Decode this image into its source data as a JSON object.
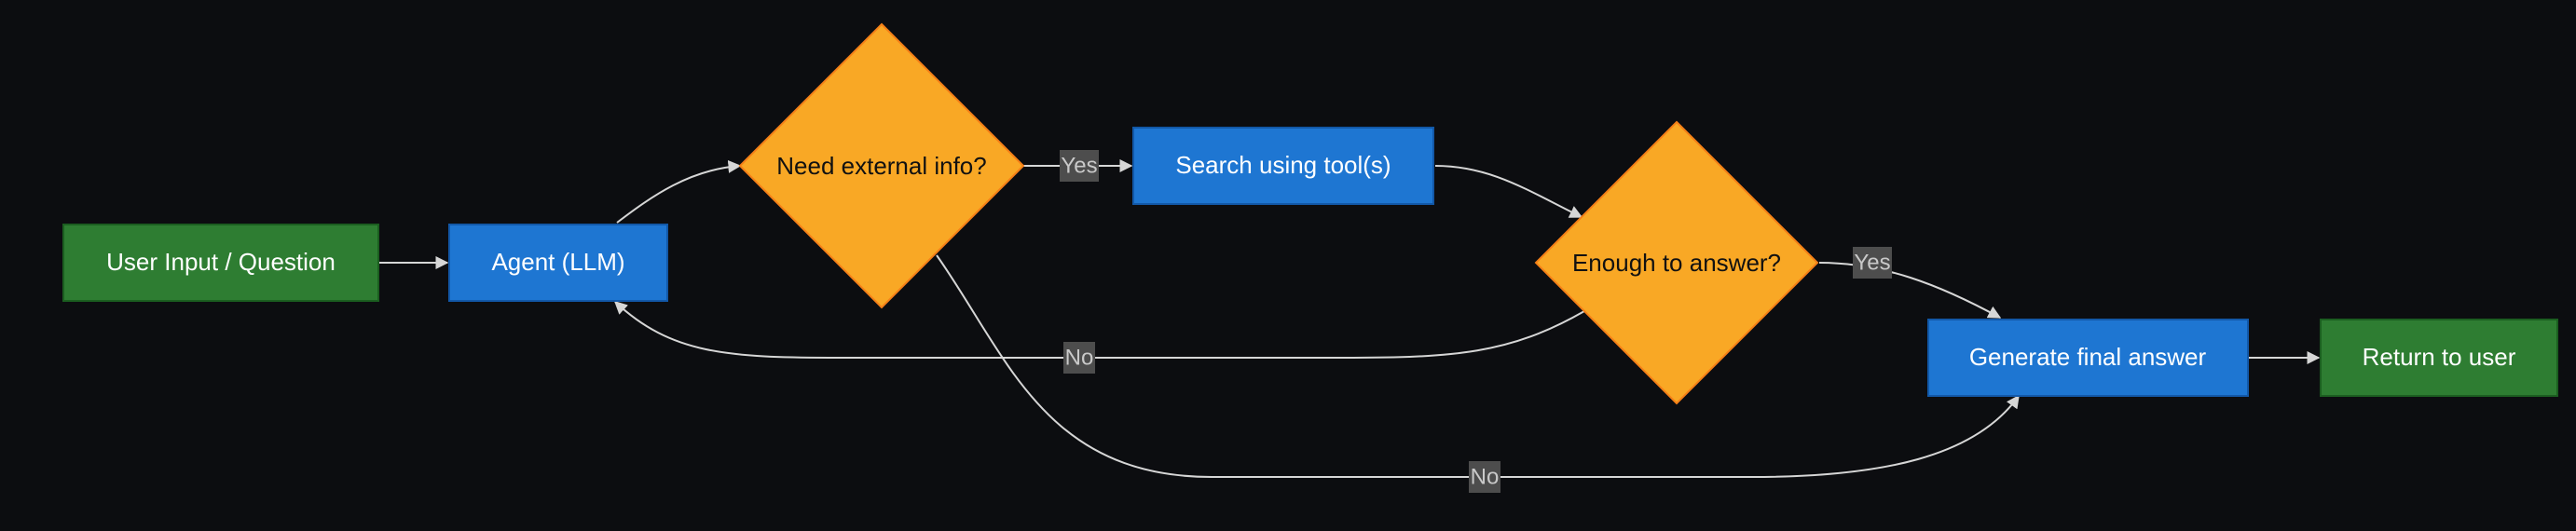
{
  "colors": {
    "background": "#0c0d10",
    "terminal_fill": "#2e7d32",
    "terminal_stroke": "#1b5e20",
    "process_fill": "#1e76d2",
    "process_stroke": "#1258a8",
    "decision_fill": "#f9a825",
    "decision_stroke": "#f57f17",
    "edge": "#d6d6d6",
    "edge_label_bg": "#4d4d4d",
    "edge_label_text": "#c9c9c9"
  },
  "nodes": {
    "user_input": {
      "label": "User Input / Question",
      "shape": "rectangle"
    },
    "agent": {
      "label": "Agent (LLM)",
      "shape": "rectangle"
    },
    "need_info": {
      "label": "Need external info?",
      "shape": "diamond"
    },
    "search": {
      "label": "Search using tool(s)",
      "shape": "rectangle"
    },
    "enough": {
      "label": "Enough to answer?",
      "shape": "diamond"
    },
    "generate": {
      "label": "Generate final answer",
      "shape": "rectangle"
    },
    "return": {
      "label": "Return to user",
      "shape": "rectangle"
    }
  },
  "edges": {
    "need_to_search": "Yes",
    "enough_to_agent": "No",
    "enough_to_generate": "Yes",
    "need_to_generate": "No"
  }
}
